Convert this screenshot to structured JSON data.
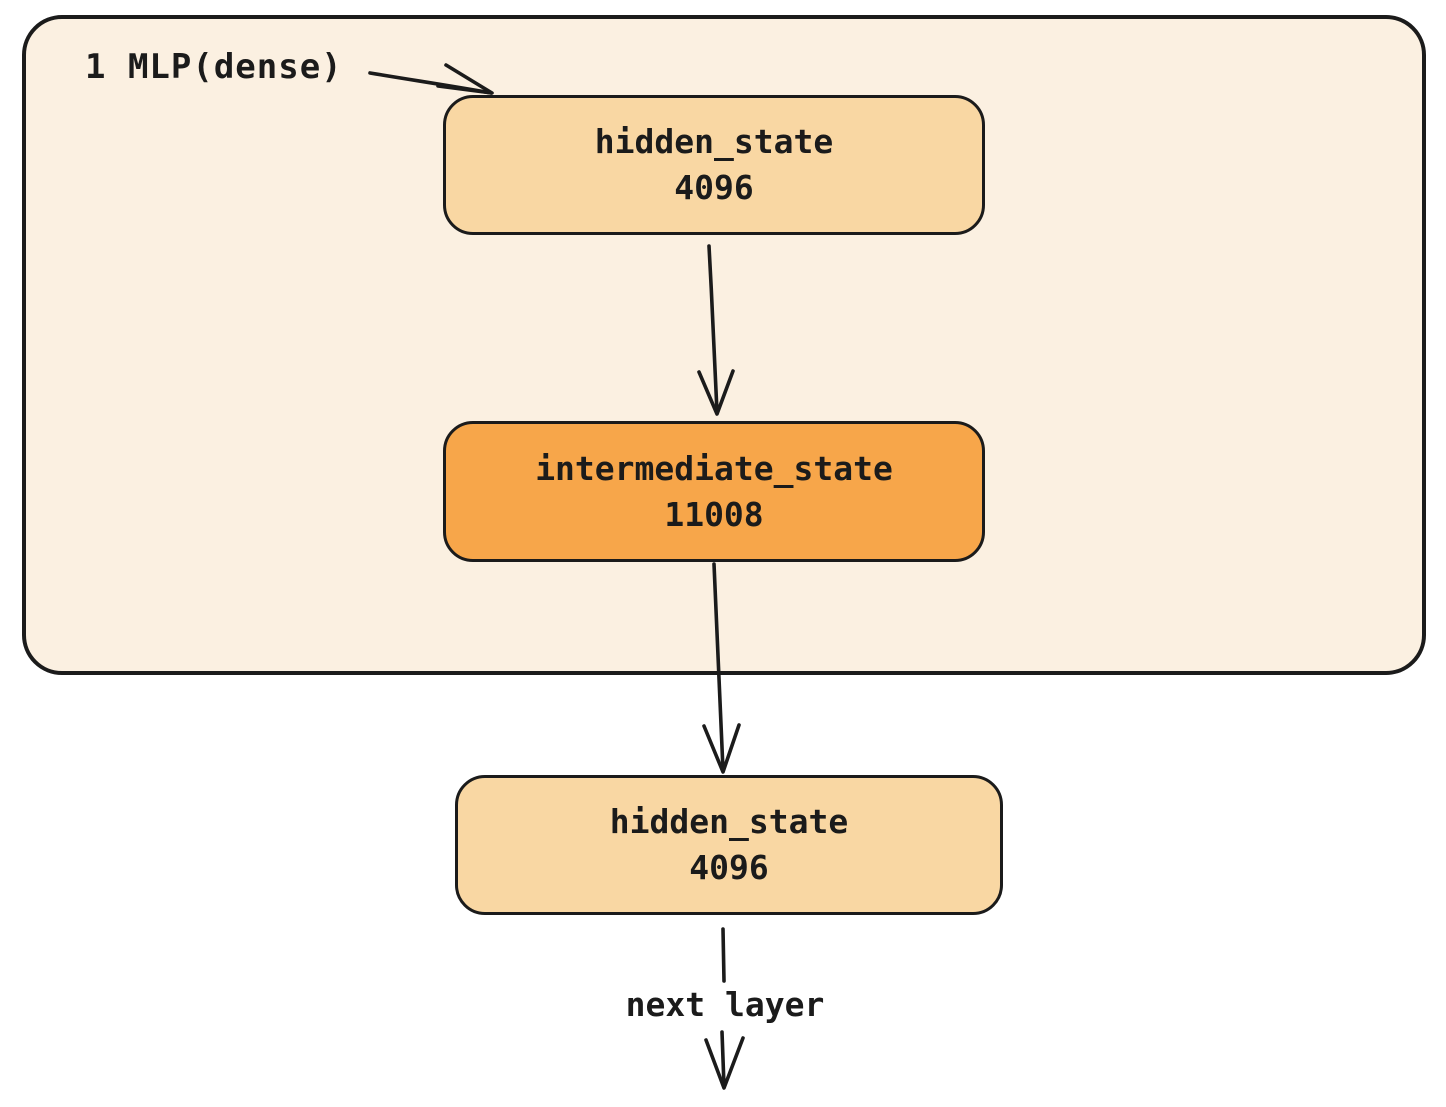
{
  "diagram": {
    "group_label": "1 MLP(dense)",
    "nodes": [
      {
        "title": "hidden_state",
        "value": "4096"
      },
      {
        "title": "intermediate_state",
        "value": "11008"
      },
      {
        "title": "hidden_state",
        "value": "4096"
      }
    ],
    "edge_label": "next layer",
    "colors": {
      "page_background": "#ffffff",
      "group_fill": "#fbf0e1",
      "node_light_fill": "#f9d7a3",
      "node_dark_fill": "#f7a64a",
      "stroke": "#1b1b1b"
    }
  }
}
